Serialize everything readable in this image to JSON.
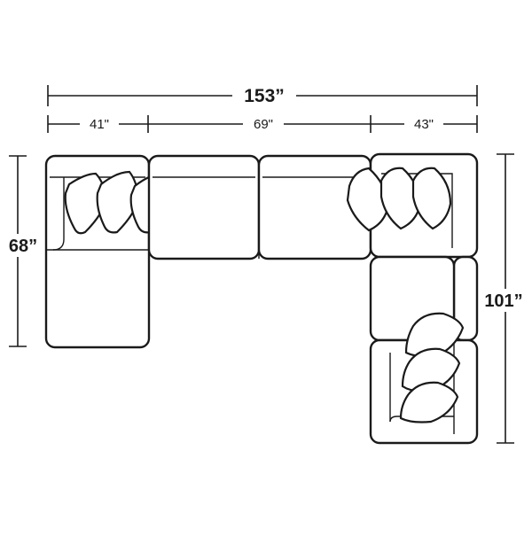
{
  "diagram": {
    "dimensions": {
      "overall_width": "153”",
      "left_section": "41\"",
      "middle_section": "69\"",
      "right_section": "43\"",
      "left_depth": "68”",
      "right_depth": "101”"
    },
    "colors": {
      "line": "#1a1a1a",
      "fill": "#ffffff"
    }
  }
}
